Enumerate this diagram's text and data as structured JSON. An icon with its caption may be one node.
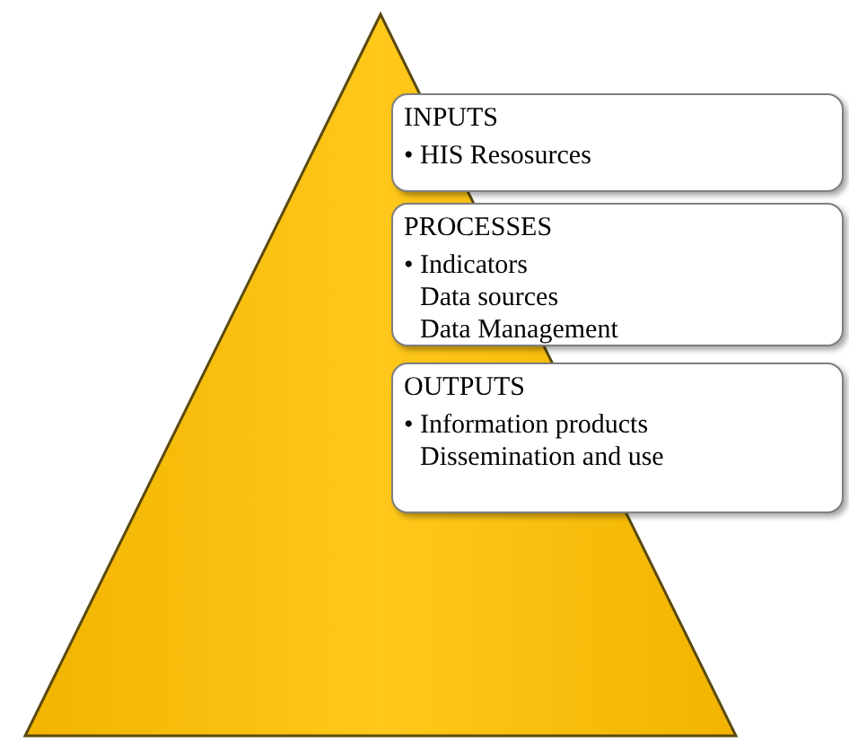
{
  "diagram": {
    "nodes": [
      {
        "text": [],
        "shape": "triangle"
      },
      {
        "text": [
          "INPUTS",
          "• HIS Resosurces"
        ]
      },
      {
        "text": [
          "PROCESSES",
          "• Indicators",
          "Data sources",
          "Data Management"
        ]
      },
      {
        "text": [
          "OUTPUTS",
          "• Information products",
          "Dissemination and use"
        ]
      }
    ]
  }
}
